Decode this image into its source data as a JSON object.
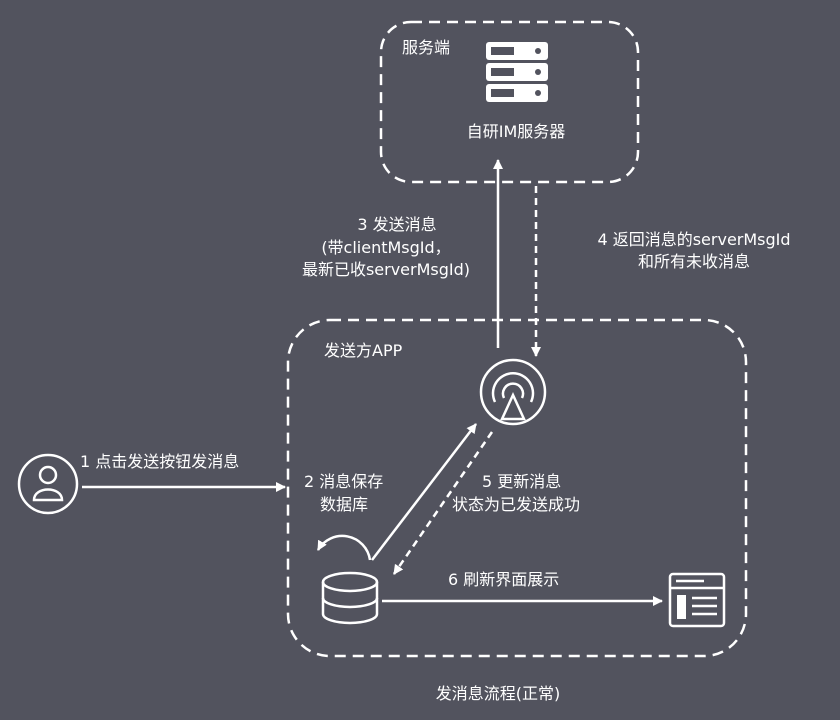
{
  "server_box": {
    "title": "服务端",
    "server_label": "自研IM服务器"
  },
  "app_box": {
    "title": "发送方APP"
  },
  "steps": {
    "s1": "1 点击发送按钮发消息",
    "s2": [
      "2 消息保存",
      "数据库"
    ],
    "s3": [
      "3 发送消息",
      "(带clientMsgId，",
      "最新已收serverMsgId)"
    ],
    "s4": [
      "4 返回消息的serverMsgId",
      "和所有未收消息"
    ],
    "s5": [
      "5 更新消息",
      "状态为已发送成功"
    ],
    "s6": "6 刷新界面展示"
  },
  "caption": "发消息流程(正常)",
  "icons": [
    "user-icon",
    "server-icon",
    "antenna-icon",
    "database-icon",
    "refresh-arrow-icon",
    "ui-window-icon"
  ],
  "colors": {
    "background": "#52535e",
    "foreground": "#ffffff"
  }
}
